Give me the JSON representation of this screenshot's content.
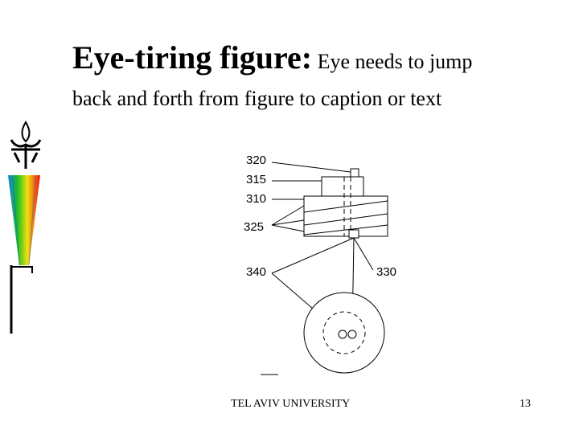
{
  "slide": {
    "title_main": "Eye-tiring figure:",
    "title_sub": " Eye needs to jump",
    "title_line2": "back and forth from figure to caption or text"
  },
  "figure": {
    "labels": [
      "320",
      "315",
      "310",
      "325",
      "340",
      "330"
    ]
  },
  "footer": {
    "university": "TEL AVIV UNIVERSITY",
    "page_number": "13"
  },
  "colors": {
    "logo_gradient": [
      "#f01010",
      "#f0e010",
      "#20c020",
      "#1080e0"
    ]
  },
  "icons": {
    "logo": "tel-aviv-university-logo-icon"
  }
}
